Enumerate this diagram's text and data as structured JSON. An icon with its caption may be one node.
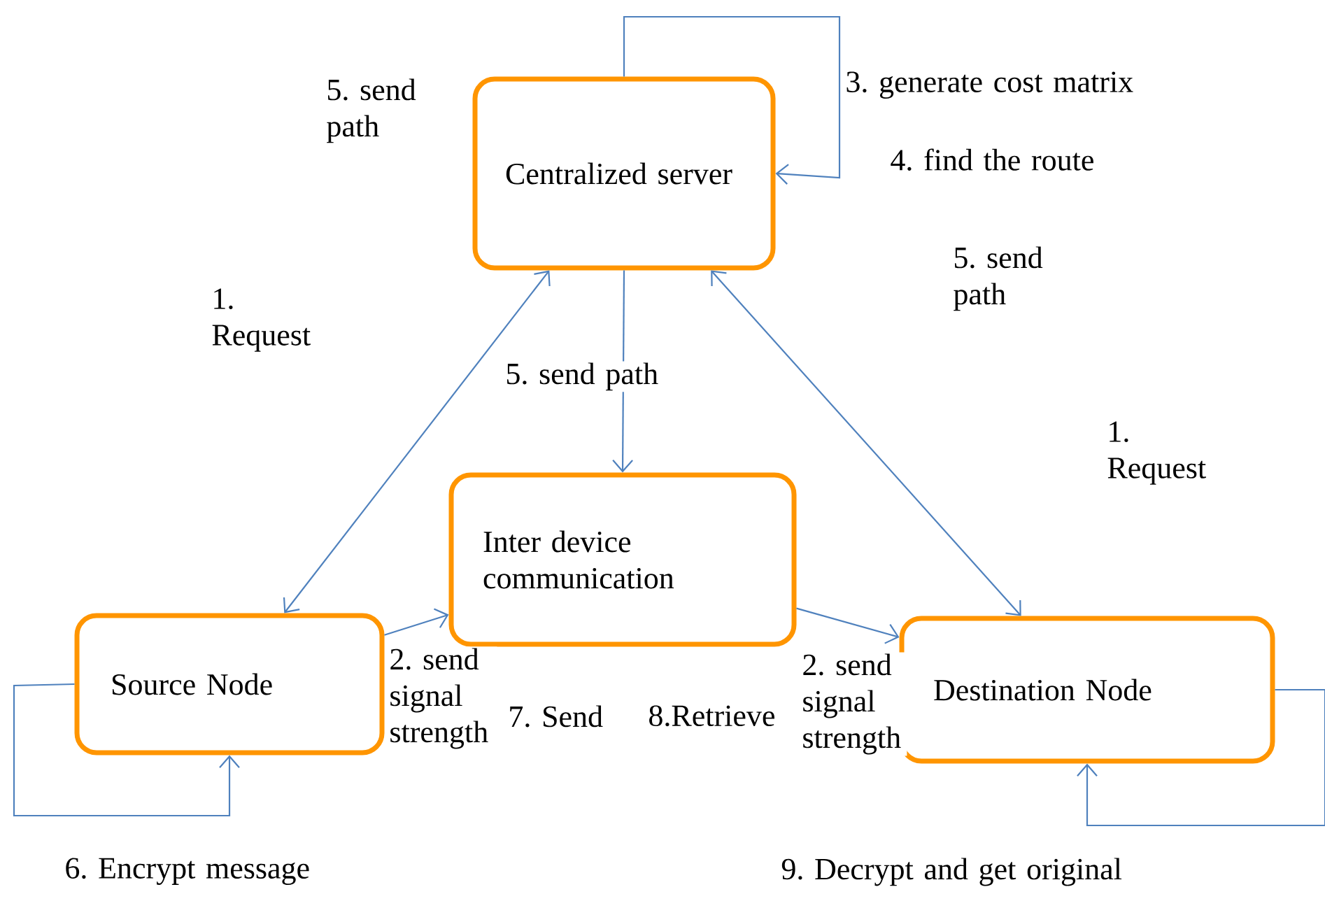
{
  "diagram": {
    "nodes": [
      {
        "text": [
          "Centralized server"
        ]
      },
      {
        "text": [
          "Inter device communication"
        ]
      },
      {
        "text": [
          "Source Node"
        ]
      },
      {
        "text": [
          "Destination Node"
        ]
      }
    ],
    "edges": [
      {
        "from": 2,
        "to": 0,
        "arrow": "both",
        "label": "1. Request"
      },
      {
        "from": 0,
        "to": 0,
        "arrow": "to",
        "label": "3. generate cost matrix"
      },
      {
        "from": 0,
        "to": 3,
        "arrow": "both",
        "label": "1. Request"
      },
      {
        "from": 0,
        "to": 1,
        "arrow": "to",
        "label": "5. send path"
      },
      {
        "from": 2,
        "to": 1,
        "arrow": "to",
        "label": "2. send signal strength"
      },
      {
        "from": 1,
        "to": 3,
        "arrow": "to",
        "label": "2. send signal strength"
      },
      {
        "from": 2,
        "to": 2,
        "arrow": "to",
        "label": "6. Encrypt message"
      },
      {
        "from": 3,
        "to": 3,
        "arrow": "to",
        "label": "9. Decrypt and get original"
      }
    ],
    "labels": [
      "5. send path",
      "4. find the route",
      "5. send path",
      "7. Send",
      "8.Retrieve"
    ]
  }
}
